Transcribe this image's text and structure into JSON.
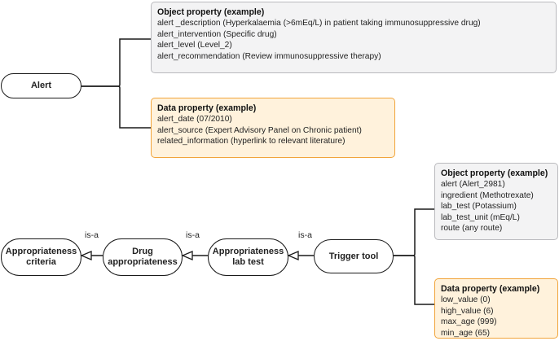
{
  "alert_node": "Alert",
  "alert_object_box": {
    "heading": "Object property (example)",
    "lines": [
      {
        "pre": "alert _description (",
        "strong": "Hyperkalaemia",
        "post": " (>6mEq/L) in patient taking immunosuppressive drug)"
      },
      {
        "pre": "alert_intervention (Specific drug)",
        "strong": "",
        "post": ""
      },
      {
        "pre": "alert_level (Level_2)",
        "strong": "",
        "post": ""
      },
      {
        "pre": "alert_recommendation (",
        "strong": "Review",
        "post": " immunosuppressive therapy)"
      }
    ]
  },
  "alert_data_box": {
    "heading": "Data property (example)",
    "lines": [
      "alert_date  (07/2010)",
      "alert_source (Expert Advisory Panel on Chronic patient)",
      "related_information (hyperlink to relevant literature)"
    ]
  },
  "chain_nodes": {
    "appropriateness_criteria": [
      "Appropriateness",
      "criteria"
    ],
    "drug_appropriateness": [
      "Drug",
      "appropriateness"
    ],
    "appropriateness_lab_test": [
      "Appropriateness",
      "lab test"
    ],
    "trigger_tool": "Trigger tool"
  },
  "edge_labels": [
    "is-a",
    "is-a",
    "is-a"
  ],
  "trigger_object_box": {
    "heading": "Object property (example)",
    "lines": [
      "alert (Alert_2981)",
      "ingredient (Methotrexate)",
      "lab_test (Potassium)",
      "lab_test_unit (mEq/L)",
      "route (any route)"
    ]
  },
  "trigger_data_box": {
    "heading": "Data property (example)",
    "lines": [
      "low_value (0)",
      "high_value (6)",
      "max_age (999)",
      "min_age (65)"
    ]
  },
  "colors": {
    "object_fill": "#f3f3f4",
    "object_border": "#b9b9bd",
    "data_fill": "#fff2dc",
    "data_border": "#f1a43a",
    "node_border": "#1a1a1a"
  }
}
